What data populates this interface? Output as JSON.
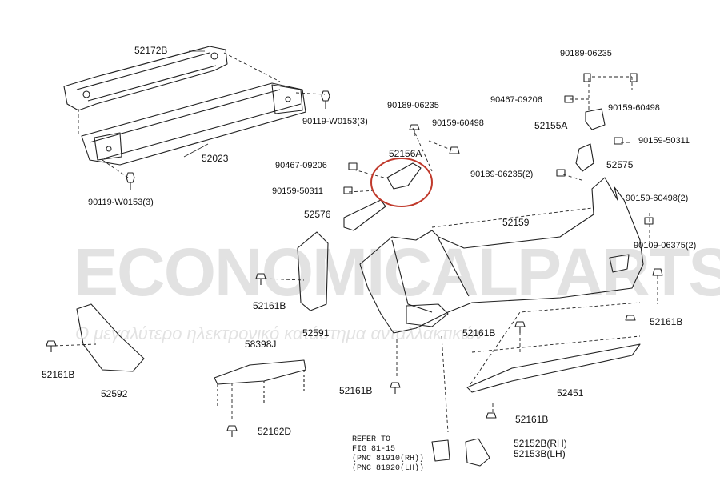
{
  "watermark": {
    "title": "ECONOMICALPARTS.GR",
    "subtitle": "Ο μεγαλύτερο ηλεκτρονικό κατάστημα ανταλλακτικών"
  },
  "colors": {
    "line": "#222222",
    "highlight_circle": "#c0392b",
    "watermark": "#969696"
  },
  "labels": {
    "p52172B": "52172B",
    "p52023": "52023",
    "p90119_top": "90119-W0153(3)",
    "p90119_bottom": "90119-W0153(3)",
    "p90189_a": "90189-06235",
    "p90189_b": "90189-06235",
    "p90189_c": "90189-06235(2)",
    "p90159_60498_a": "90159-60498",
    "p90159_60498_b": "90159-60498",
    "p90159_60498_c": "90159-60498(2)",
    "p90467_a": "90467-09206",
    "p90467_b": "90467-09206",
    "p52155A": "52155A",
    "p90159_50311_a": "90159-50311",
    "p90159_50311_b": "90159-50311",
    "p52575": "52575",
    "p52156A": "52156A",
    "p52576": "52576",
    "p52159": "52159",
    "p90109": "90109-06375(2)",
    "p52161B_a": "52161B",
    "p52161B_b": "52161B",
    "p52161B_c": "52161B",
    "p52161B_d": "52161B",
    "p52161B_e": "52161B",
    "p52161B_f": "52161B",
    "p52591": "52591",
    "p52592": "52592",
    "p58398J": "58398J",
    "p52162D": "52162D",
    "p52451": "52451",
    "p52152B": "52152B(RH)",
    "p52153B": "52153B(LH)"
  },
  "refer_note": {
    "line1": "REFER TO",
    "line2": "FIG 81-15",
    "line3": "(PNC 81910(RH))",
    "line4": "(PNC 81920(LH))"
  }
}
